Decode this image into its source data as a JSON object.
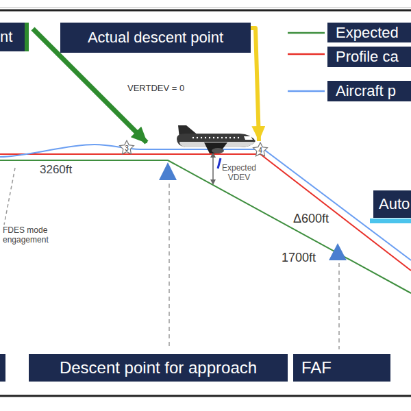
{
  "diagram": {
    "nodes": [
      {
        "text": [
          "nt"
        ]
      },
      {
        "text": [
          "Actual descent point"
        ]
      },
      {
        "text": [
          "3"
        ]
      },
      {
        "text": [
          "4"
        ]
      },
      {
        "text": [
          "Auto"
        ]
      },
      {
        "text": [
          "Descent point for approach"
        ]
      },
      {
        "text": [
          "FAF"
        ]
      }
    ],
    "edges": [
      {
        "from": 1,
        "to": 3,
        "arrow": "to"
      }
    ],
    "labels": [
      "VERTDEV = 0",
      "3260ft",
      "FDES mode engagement",
      "Expected VDEV",
      "Δ600ft",
      "1700ft"
    ],
    "legend": [
      {
        "text": "Expected"
      },
      {
        "text": "Profile ca"
      },
      {
        "text": "Aircraft p"
      }
    ]
  }
}
